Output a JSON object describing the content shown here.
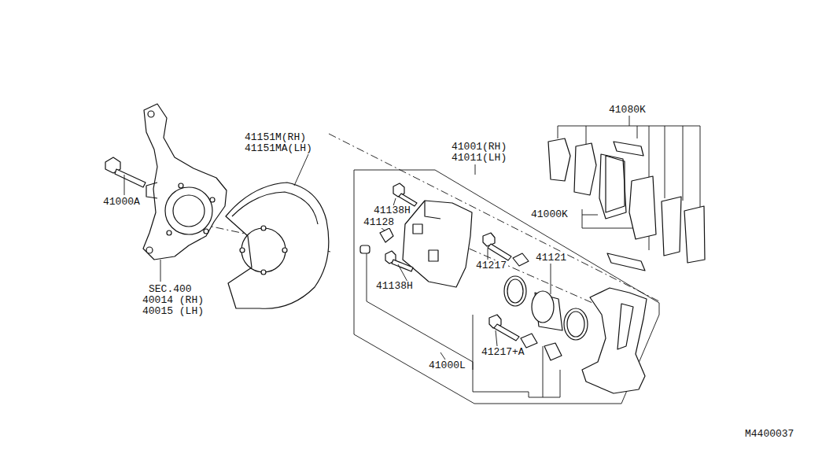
{
  "diagram": {
    "labels": [
      "41080K",
      "41151M(RH)",
      "41151MA(LH)",
      "41001(RH)",
      "41011(LH)",
      "41138H",
      "41128",
      "41121",
      "41000A",
      "41217",
      "41000K",
      "41138H",
      "41217+A",
      "SEC.400",
      "40014 (RH)",
      "40015 (LH)",
      "41000L",
      "M4400037"
    ]
  }
}
